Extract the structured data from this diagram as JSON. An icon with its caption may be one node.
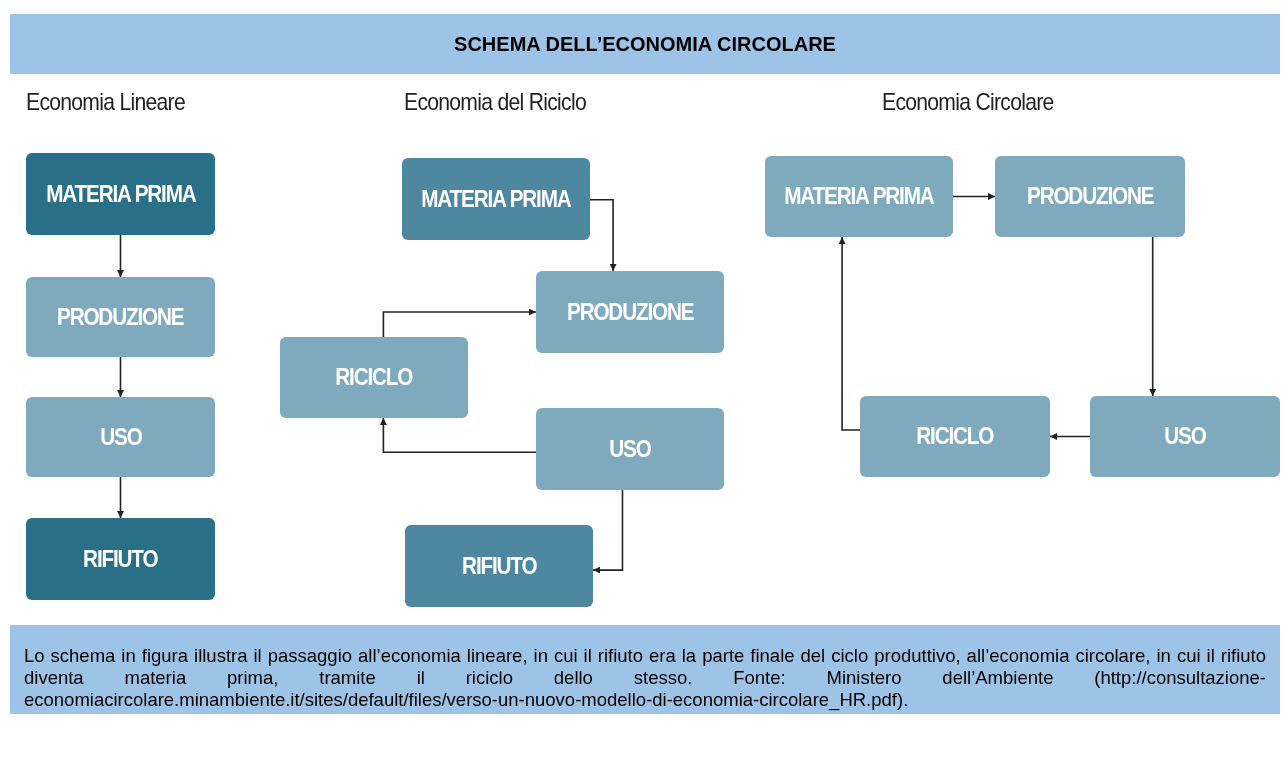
{
  "diagram": {
    "title": "SCHEMA DELL’ECONOMIA CIRCOLARE",
    "caption": "Lo schema in figura illustra il passaggio all’economia lineare, in cui il rifiuto era la parte finale del ciclo produttivo, all’economia circolare, in cui il rifiuto diventa materia prima, tramite il riciclo dello stesso. Fonte: Ministero dell’Ambiente (http://consultazione-economiacircolare.minambiente.it/sites/default/files/verso-un-nuovo-modello-di-economia-circolare_HR.pdf).",
    "nodes": [
      {
        "text": [
          "MATERIA PRIMA"
        ]
      },
      {
        "text": [
          "PRODUZIONE"
        ]
      },
      {
        "text": [
          "USO"
        ]
      },
      {
        "text": [
          "RIFIUTO"
        ]
      },
      {
        "text": [
          "MATERIA PRIMA"
        ]
      },
      {
        "text": [
          "PRODUZIONE"
        ]
      },
      {
        "text": [
          "RICICLO"
        ]
      },
      {
        "text": [
          "USO"
        ]
      },
      {
        "text": [
          "RIFIUTO"
        ]
      },
      {
        "text": [
          "MATERIA PRIMA"
        ]
      },
      {
        "text": [
          "PRODUZIONE"
        ]
      },
      {
        "text": [
          "RICICLO"
        ]
      },
      {
        "text": [
          "USO"
        ]
      }
    ],
    "edges": [
      {
        "from": 0,
        "to": 1,
        "arrow": "to"
      },
      {
        "from": 1,
        "to": 2,
        "arrow": "to"
      },
      {
        "from": 2,
        "to": 3,
        "arrow": "to"
      },
      {
        "from": 4,
        "to": 5,
        "arrow": "to"
      },
      {
        "from": 6,
        "to": 5,
        "arrow": "to"
      },
      {
        "from": 7,
        "to": 6,
        "arrow": "to"
      },
      {
        "from": 7,
        "to": 8,
        "arrow": "to"
      },
      {
        "from": 9,
        "to": 10,
        "arrow": "to"
      },
      {
        "from": 10,
        "to": 12,
        "arrow": "to"
      },
      {
        "from": 12,
        "to": 11,
        "arrow": "to"
      },
      {
        "from": 11,
        "to": 9,
        "arrow": "to"
      }
    ],
    "labels": [
      "Economia Lineare",
      "Economia del Riciclo",
      "Economia Circolare"
    ]
  }
}
